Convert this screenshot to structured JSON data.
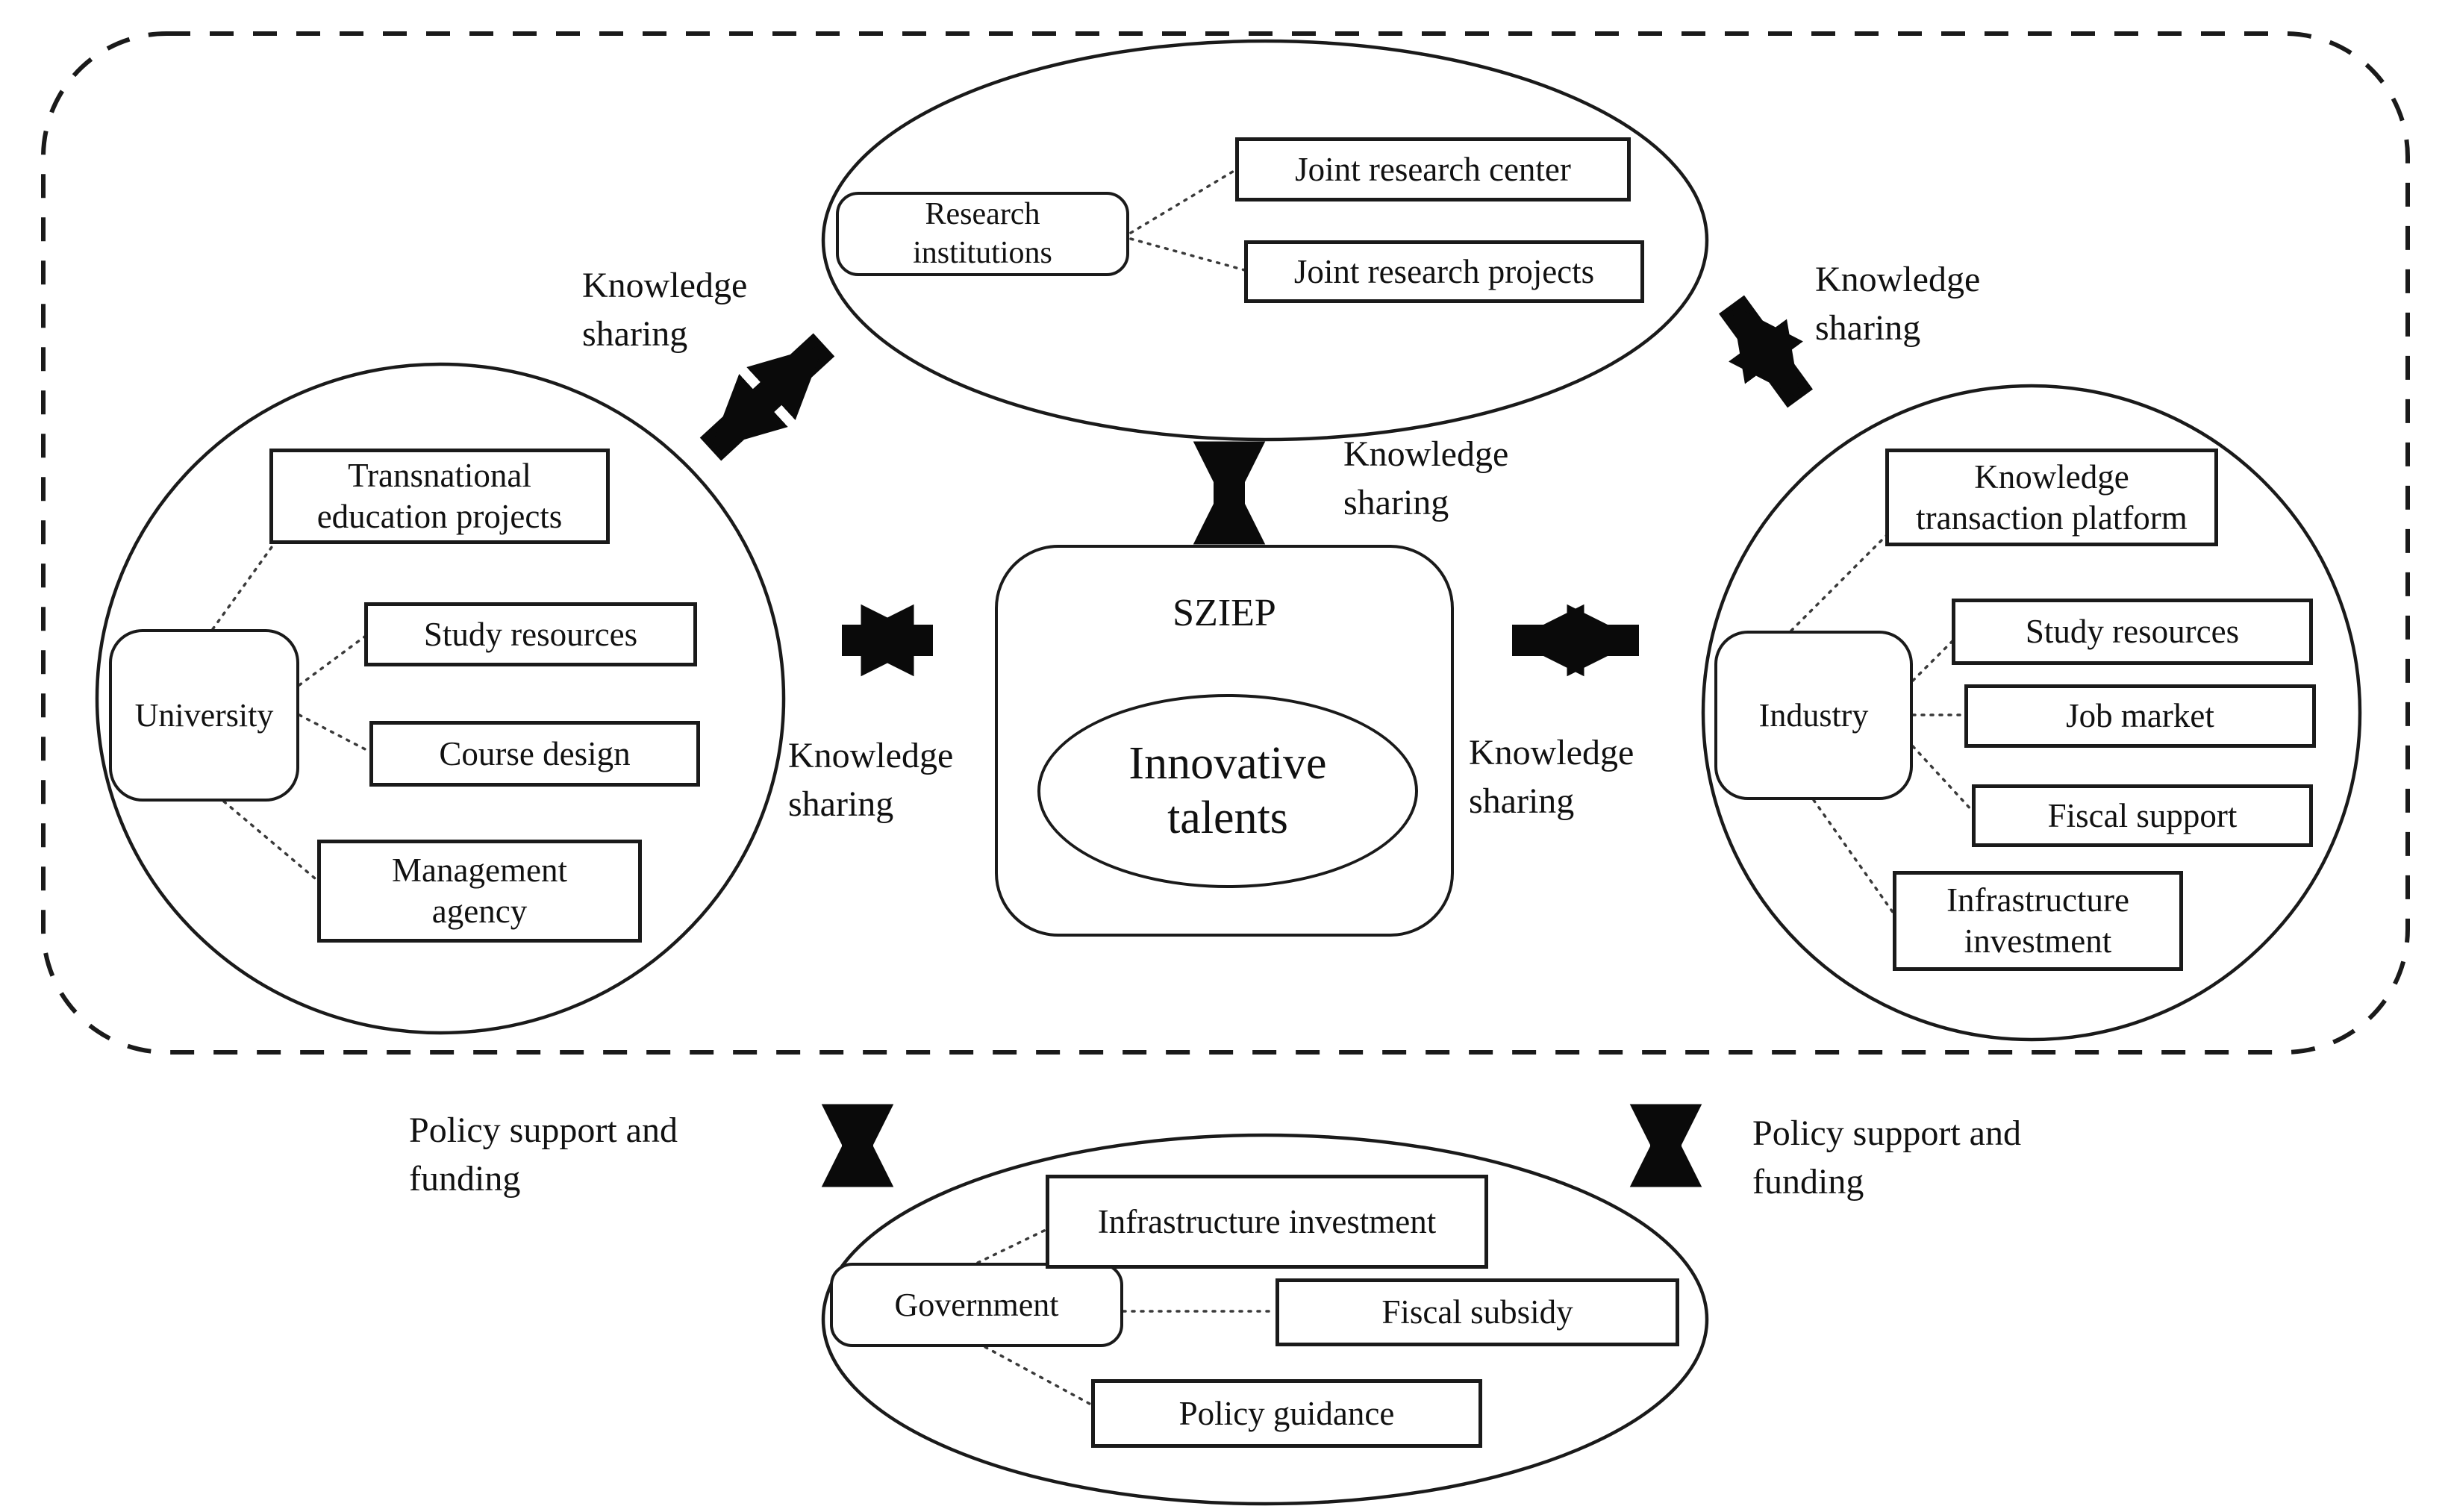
{
  "figure": {
    "hub": {
      "title": "SZIEP",
      "core": "Innovative talents"
    },
    "research": {
      "label": "Research institutions",
      "items": [
        "Joint research center",
        "Joint research projects"
      ]
    },
    "university": {
      "label": "University",
      "items": [
        "Transnational education projects",
        "Study resources",
        "Course design",
        "Management agency"
      ]
    },
    "industry": {
      "label": "Industry",
      "items": [
        "Knowledge transaction platform",
        "Study resources",
        "Job market",
        "Fiscal support",
        "Infrastructure investment"
      ]
    },
    "government": {
      "label": "Government",
      "items": [
        "Infrastructure investment",
        "Fiscal subsidy",
        "Policy guidance"
      ]
    },
    "edge_labels": {
      "knowledge_sharing": "Knowledge sharing",
      "policy_support": "Policy support and funding"
    },
    "colors": {
      "ink": "#1a1a1a",
      "arrow": "#0a0a0a",
      "background": "#ffffff"
    }
  }
}
